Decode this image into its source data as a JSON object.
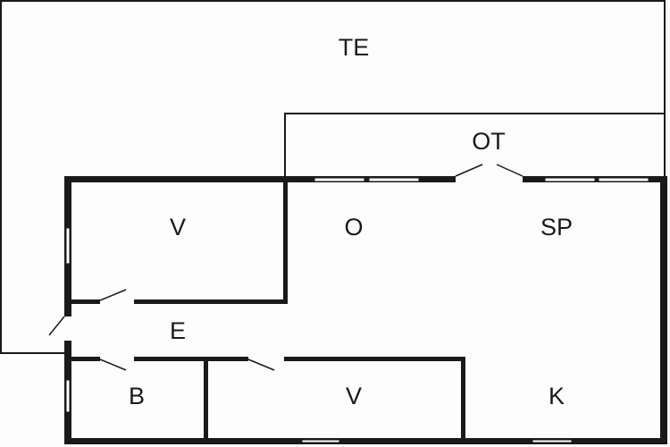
{
  "plan": {
    "rooms": [
      {
        "id": "terrace",
        "label": "TE"
      },
      {
        "id": "covered-terrace",
        "label": "OT"
      },
      {
        "id": "bedroom-1",
        "label": "V"
      },
      {
        "id": "living",
        "label": "O"
      },
      {
        "id": "dining",
        "label": "SP"
      },
      {
        "id": "entrance",
        "label": "E"
      },
      {
        "id": "bathroom",
        "label": "B"
      },
      {
        "id": "bedroom-2",
        "label": "V"
      },
      {
        "id": "kitchen",
        "label": "K"
      }
    ],
    "colors": {
      "wall": "#1a1a1a",
      "background": "#fdfdfd",
      "window": "#ffffff"
    }
  }
}
